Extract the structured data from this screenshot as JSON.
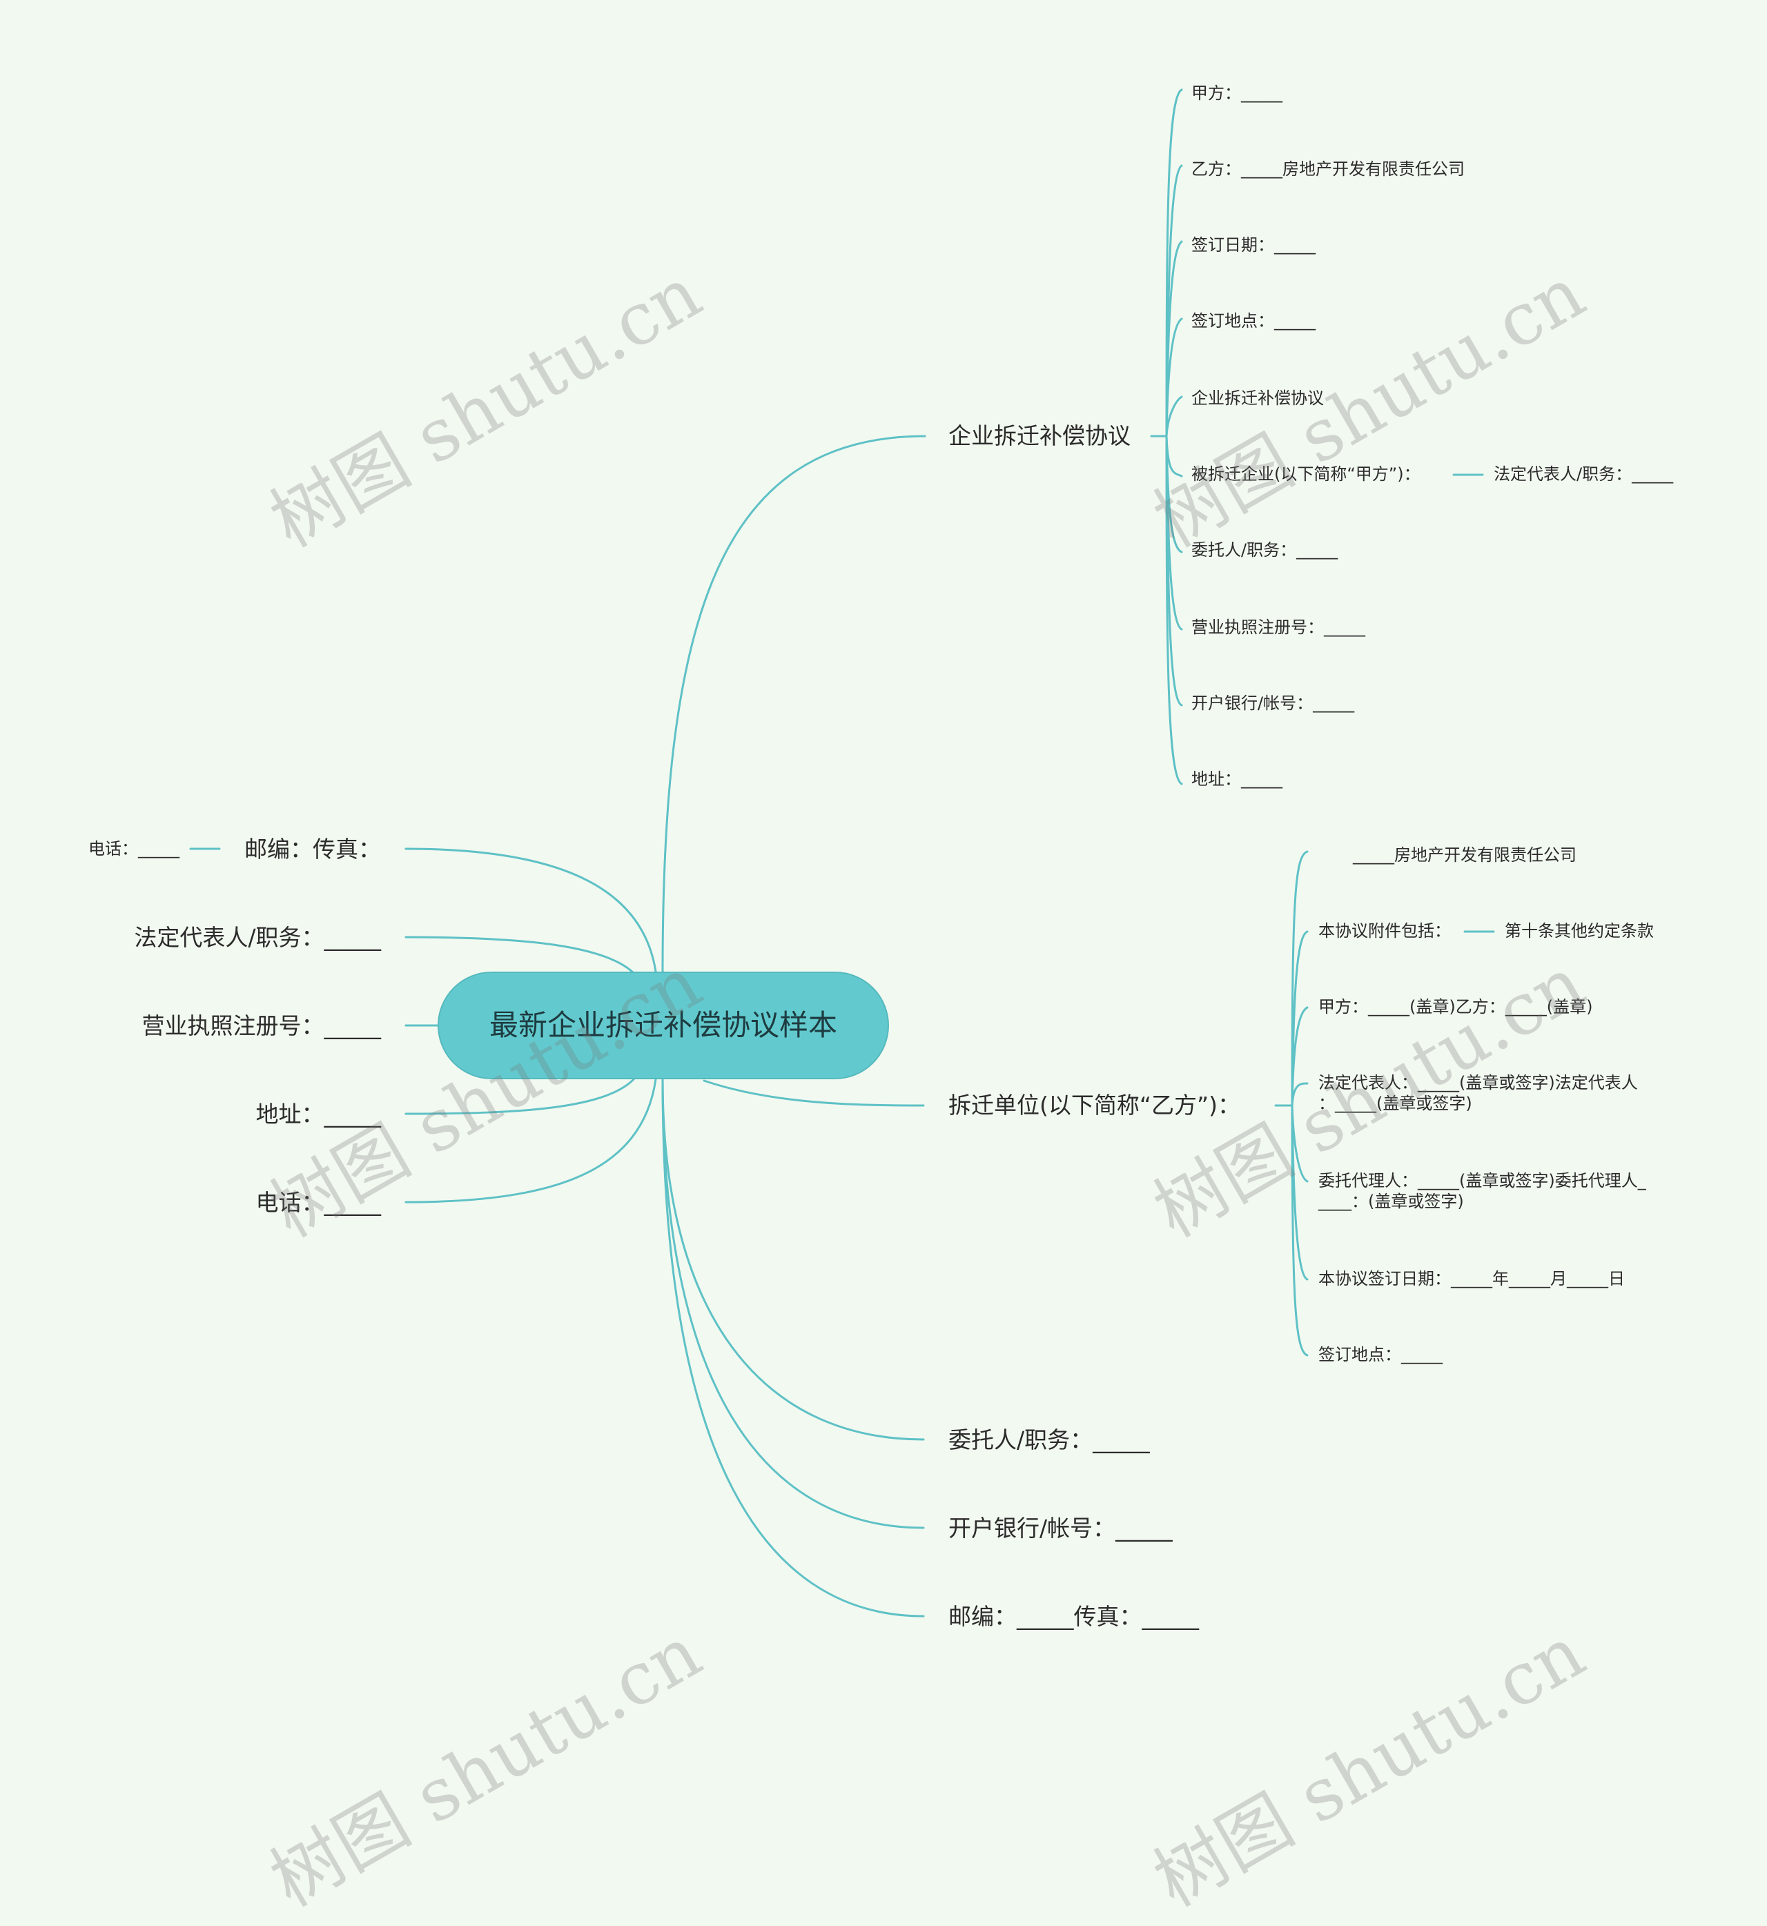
{
  "root": {
    "title": "最新企业拆迁补偿协议样本"
  },
  "branches": {
    "agreement": {
      "label": "企业拆迁补偿协议",
      "children": [
        "甲方：_____",
        "乙方：_____房地产开发有限责任公司",
        "签订日期：_____",
        "签订地点：_____",
        "企业拆迁补偿协议",
        "被拆迁企业(以下简称“甲方”)：",
        "委托人/职务：_____",
        "营业执照注册号：_____",
        "开户银行/帐号：_____",
        "地址：_____"
      ],
      "grandchild": "法定代表人/职务：_____"
    },
    "unit": {
      "label": "拆迁单位(以下简称“乙方”)：",
      "children": [
        "_____房地产开发有限责任公司",
        "本协议附件包括：",
        "甲方：_____(盖章)乙方：_____(盖章)",
        "法定代表人：_____(盖章或签字)法定代表人",
        "：_____(盖章或签字)",
        "委托代理人：_____(盖章或签字)委托代理人_",
        "____：(盖章或签字)",
        "本协议签订日期：_____年_____月_____日",
        "签订地点：_____"
      ],
      "grandchild": "第十条其他约定条款"
    },
    "right_extra": [
      "委托人/职务：_____",
      "开户银行/帐号：_____",
      "邮编：_____传真：_____"
    ],
    "left": [
      "邮编：传真：",
      "法定代表人/职务：_____",
      "营业执照注册号：_____",
      "地址：_____",
      "电话：_____"
    ],
    "left_grandchild": "电话：_____"
  },
  "watermark": "树图 shutu.cn",
  "colors": {
    "background": "#f2f9f0",
    "link": "#5ec1c6",
    "root_fill": "#62cace"
  }
}
